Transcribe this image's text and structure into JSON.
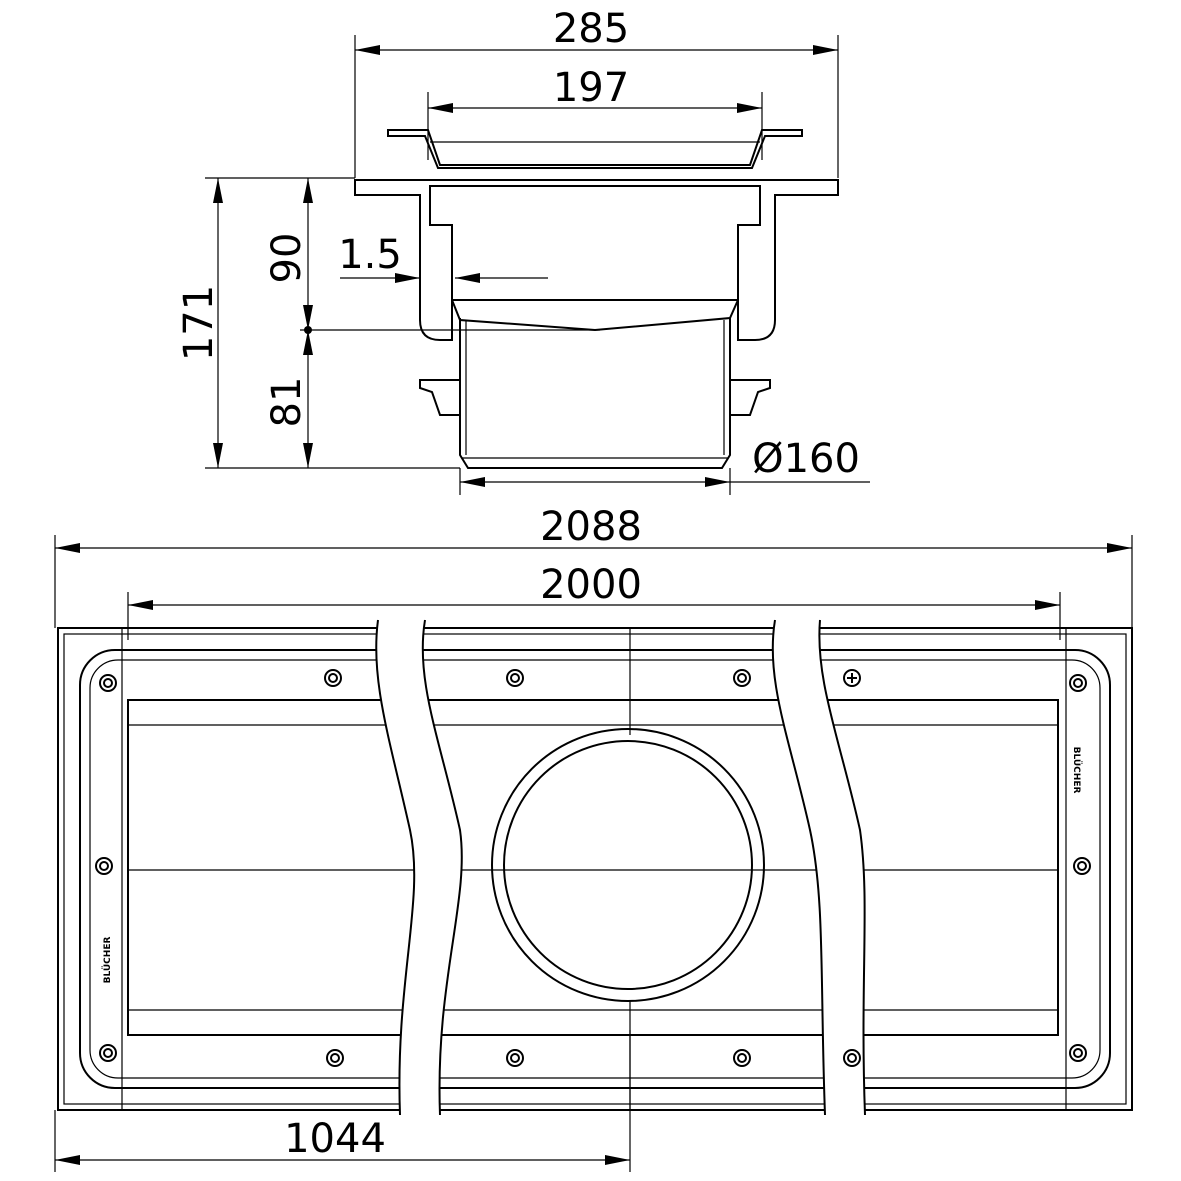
{
  "section_view": {
    "dim_outer_width": "285",
    "dim_grate_width": "197",
    "dim_total_height": "171",
    "dim_upper_height": "90",
    "dim_lower_height": "81",
    "dim_wall_thickness": "1.5",
    "dim_outlet_diameter": "Ø160"
  },
  "plan_view": {
    "dim_overall_length": "2088",
    "dim_channel_length": "2000",
    "dim_outlet_position": "1044",
    "brand_logo": "BLÜCHER"
  }
}
